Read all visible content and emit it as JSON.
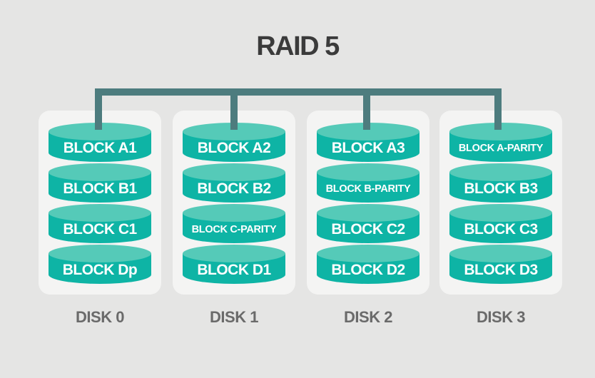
{
  "title": "RAID 5",
  "colors": {
    "background": "#e5e5e4",
    "panel": "#f4f4f3",
    "cylinder_body": "#0eb4a5",
    "cylinder_top": "#55cab8",
    "connector": "#4d7c7e",
    "title_text": "#3b3b3b",
    "disk_label_text": "#6a6a6a",
    "block_text": "#ffffff"
  },
  "disks": [
    {
      "label": "DISK 0",
      "blocks": [
        "BLOCK A1",
        "BLOCK B1",
        "BLOCK C1",
        "BLOCK Dp"
      ]
    },
    {
      "label": "DISK 1",
      "blocks": [
        "BLOCK A2",
        "BLOCK B2",
        "BLOCK C-PARITY",
        "BLOCK D1"
      ]
    },
    {
      "label": "DISK 2",
      "blocks": [
        "BLOCK A3",
        "BLOCK B-PARITY",
        "BLOCK C2",
        "BLOCK D2"
      ]
    },
    {
      "label": "DISK 3",
      "blocks": [
        "BLOCK A-PARITY",
        "BLOCK B3",
        "BLOCK C3",
        "BLOCK D3"
      ]
    }
  ]
}
